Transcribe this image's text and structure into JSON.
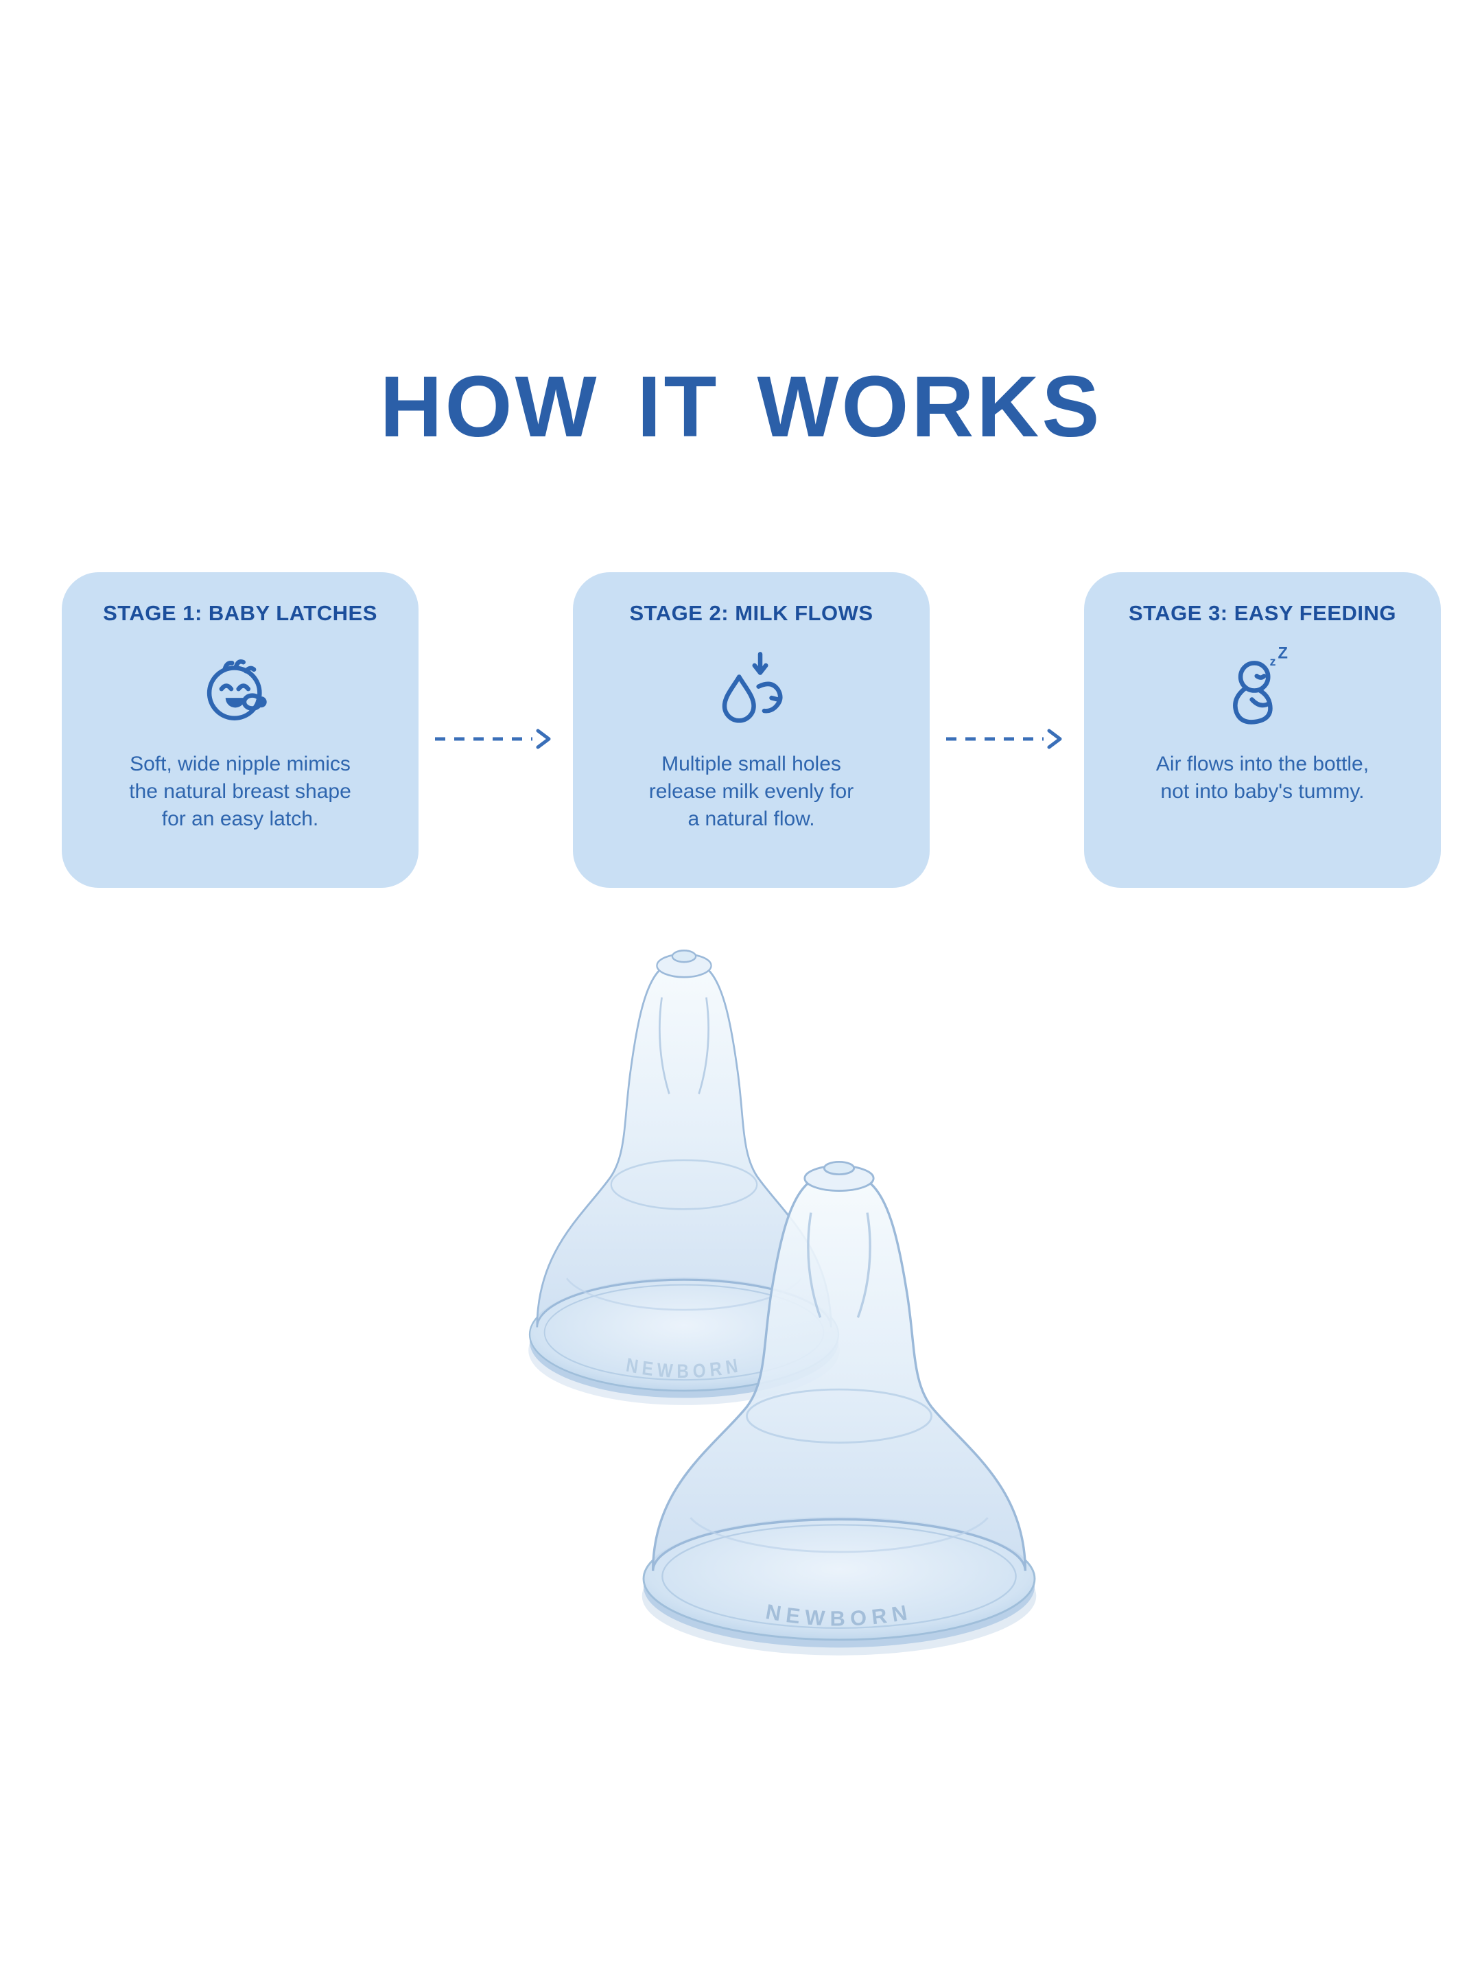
{
  "page_title": "HOW IT WORKS",
  "stages": [
    {
      "heading": "STAGE 1: BABY LATCHES",
      "icon": "baby-latch-icon",
      "lines": [
        "Soft, wide nipple mimics",
        "the natural breast shape",
        "for an easy latch."
      ]
    },
    {
      "heading": "STAGE 2: MILK FLOWS",
      "icon": "milk-drop-icon",
      "lines": [
        "Multiple small holes",
        "release milk evenly for",
        "a natural flow."
      ]
    },
    {
      "heading": "STAGE 3: EASY FEEDING",
      "icon": "sleeping-baby-icon",
      "lines": [
        "Air flows into the bottle,",
        "not into baby's tummy."
      ]
    }
  ],
  "icon_text": {
    "sleep_small": "z",
    "sleep_large": "Z"
  },
  "product": {
    "embossed_label": "NEWBORN"
  },
  "colors": {
    "title": "#2B5FA8",
    "card_background": "#C9DFF4",
    "heading": "#1C4F9C",
    "body_text": "#2E65AE",
    "accent_line": "#2E66B2"
  }
}
